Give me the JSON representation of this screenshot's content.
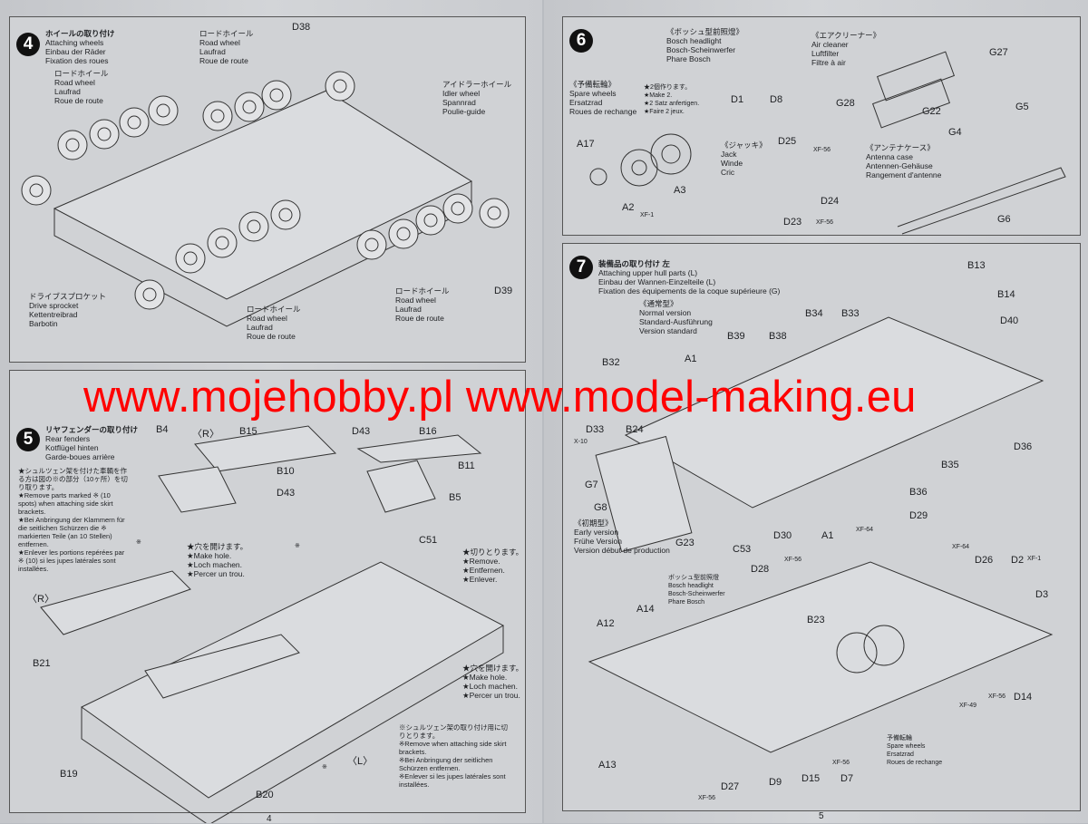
{
  "watermark": "www.mojehobby.pl www.model-making.eu",
  "page_numbers": [
    "4",
    "5"
  ],
  "p4": {
    "num": "4",
    "title": [
      "ホイールの取り付け",
      "Attaching wheels",
      "Einbau der Räder",
      "Fixation des roues"
    ],
    "callouts": [
      [
        "ロードホイール",
        "Road wheel",
        "Laufrad",
        "Roue de route"
      ],
      [
        "ロードホイール",
        "Road wheel",
        "Laufrad",
        "Roue de route"
      ],
      [
        "アイドラーホイール",
        "Idler wheel",
        "Spannrad",
        "Poulie-guide"
      ],
      [
        "ロードホイール",
        "Road wheel",
        "Laufrad",
        "Roue de route"
      ],
      [
        "ロードホイール",
        "Road wheel",
        "Laufrad",
        "Roue de route"
      ],
      [
        "ドライブスプロケット",
        "Drive sprocket",
        "Kettentreibrad",
        "Barbotin"
      ]
    ],
    "labels": [
      "D38",
      "D39"
    ]
  },
  "p5": {
    "num": "5",
    "title": [
      "リヤフェンダーの取り付け",
      "Rear fenders",
      "Kotflügel hinten",
      "Garde-boues arrière"
    ],
    "notes": [
      "★シュルツェン架を付けた車輌を作る方は図の※の部分（10ヶ所）を切り取ります。",
      "★Remove parts marked ※ (10 spots) when attaching side skirt brackets.",
      "★Bei Anbringung der Klammern für die seitlichen Schürzen die ※ markierten Teile (an 10 Stellen) entfernen.",
      "★Enlever les portions repérées par ※ (10) si les jupes latérales sont installées."
    ],
    "make_hole": [
      "★穴を開けます。",
      "★Make hole.",
      "★Loch machen.",
      "★Percer un trou."
    ],
    "make_hole2": [
      "★穴を開けます。",
      "★Make hole.",
      "★Loch machen.",
      "★Percer un trou."
    ],
    "remove": [
      "★切りとります。",
      "★Remove.",
      "★Entfernen.",
      "★Enlever."
    ],
    "skirt_note": [
      "※シュルツェン架の取り付け用に切りとります。",
      "※Remove when attaching side skirt brackets.",
      "※Bei Anbringung der seitlichen Schürzen entfernen.",
      "※Enlever si les jupes latérales sont installées."
    ],
    "labels": [
      "B4",
      "〈R〉",
      "B15",
      "B10",
      "D43",
      "D43",
      "B16",
      "B11",
      "B5",
      "※",
      "〈R〉",
      "B21",
      "B19",
      "B20",
      "C51",
      "〈L〉",
      "※",
      "※"
    ]
  },
  "p6": {
    "num": "6",
    "headlight": [
      "《ボッシュ型前照燈》",
      "Bosch headlight",
      "Bosch-Scheinwerfer",
      "Phare Bosch"
    ],
    "air_cleaner": [
      "《エアクリーナー》",
      "Air cleaner",
      "Luftfilter",
      "Filtre à air"
    ],
    "spare": [
      "《予備転輪》",
      "Spare wheels",
      "Ersatzrad",
      "Roues de rechange"
    ],
    "make2": [
      "★2個作ります。",
      "★Make 2.",
      "★2 Satz anfertigen.",
      "★Faire 2 jeux."
    ],
    "jack": [
      "《ジャッキ》",
      "Jack",
      "Winde",
      "Cric"
    ],
    "antenna": [
      "《アンテナケース》",
      "Antenna case",
      "Antennen-Gehäuse",
      "Rangement d'antenne"
    ],
    "labels": [
      "D1",
      "D8",
      "G28",
      "G22",
      "G27",
      "G5",
      "G4",
      "G6",
      "A17",
      "A2",
      "A3",
      "XF-1",
      "D25",
      "XF-56",
      "D24",
      "D23",
      "XF-56"
    ]
  },
  "p7": {
    "num": "7",
    "title": [
      "装備品の取り付け 左",
      "Attaching upper hull parts (L)",
      "Einbau der Wannen-Einzelteile (L)",
      "Fixation des équipements de la coque supérieure (G)"
    ],
    "normal": [
      "《通常型》",
      "Normal version",
      "Standard-Ausführung",
      "Version standard"
    ],
    "early": [
      "《初期型》",
      "Early version",
      "Frühe Version",
      "Version début de production"
    ],
    "headlight": [
      "ボッシュ型前照燈",
      "Bosch headlight",
      "Bosch-Scheinwerfer",
      "Phare Bosch"
    ],
    "spare": [
      "予備転輪",
      "Spare wheels",
      "Ersatzrad",
      "Roues de rechange"
    ],
    "labels": [
      "B13",
      "B14",
      "D40",
      "B34",
      "B33",
      "B39",
      "B38",
      "A1",
      "B32",
      "D33",
      "X-10",
      "B24",
      "D36",
      "B35",
      "B36",
      "D29",
      "XF-64",
      "G7",
      "G8",
      "G23",
      "C53",
      "D30",
      "A1",
      "XF-56",
      "D28",
      "XF-64",
      "D26",
      "D2",
      "XF-1",
      "D3",
      "B23",
      "A12",
      "A14",
      "XF-49",
      "XF-56",
      "D14",
      "A13",
      "D27",
      "XF-56",
      "D9",
      "D15",
      "XF-56",
      "D7"
    ]
  }
}
